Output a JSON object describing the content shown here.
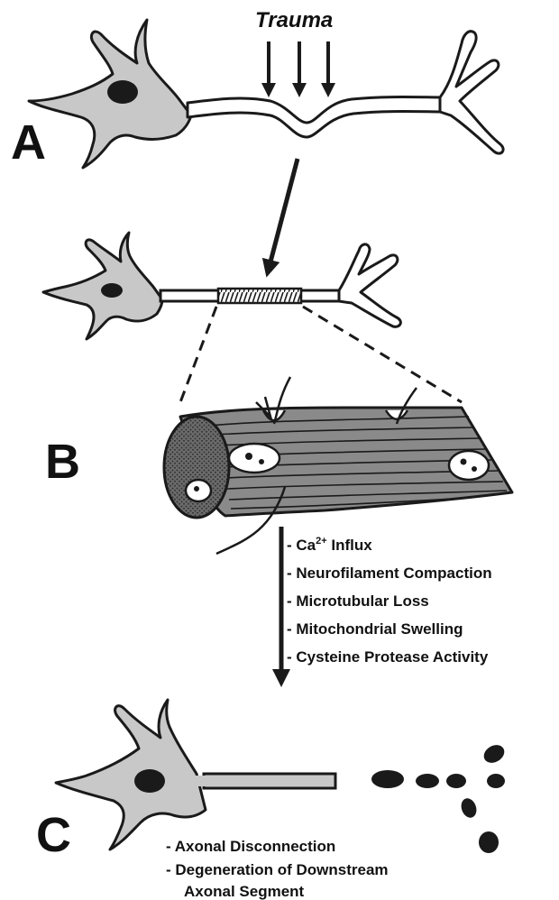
{
  "trauma_label": "Trauma",
  "panel_labels": {
    "a": "A",
    "b": "B",
    "c": "C"
  },
  "b_changes": {
    "ca_prefix": "- Ca",
    "ca_superscript": "2+",
    "ca_suffix": " Influx",
    "items": [
      "- Neurofilament Compaction",
      "- Microtubular Loss",
      "- Mitochondrial Swelling",
      "- Cysteine Protease Activity"
    ]
  },
  "c_outcomes": [
    "- Axonal Disconnection",
    "- Degeneration of Downstream",
    "Axonal Segment"
  ],
  "colors": {
    "cell_fill": "#c8c8c8",
    "outline": "#1a1a1a",
    "nucleus": "#1a1a1a",
    "background": "#ffffff"
  }
}
